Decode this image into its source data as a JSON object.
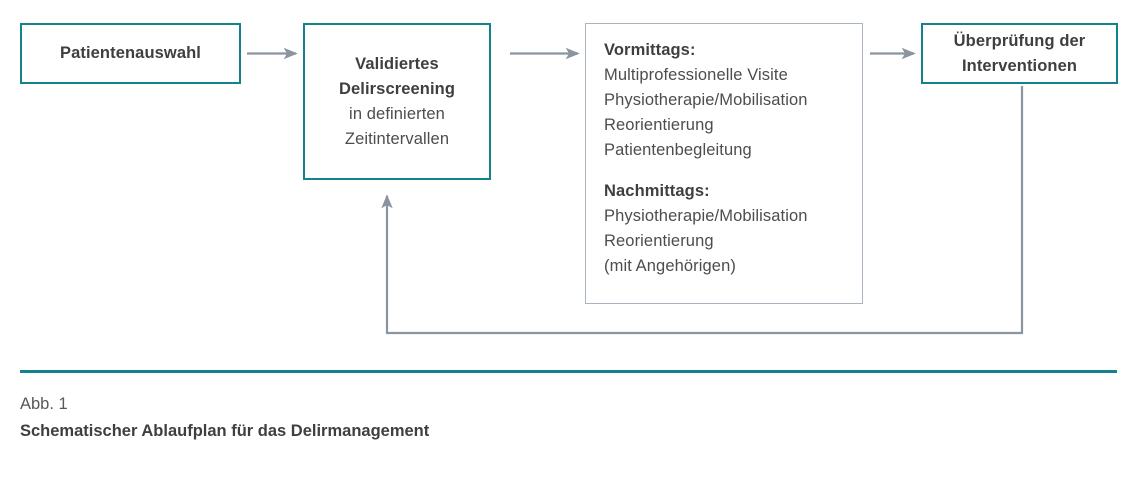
{
  "figure": {
    "number_label": "Abb. 1",
    "title": "Schematischer Ablaufplan für das Delirmanagement",
    "accent_color": "#14828a",
    "plain_border_color": "#aab4bf",
    "arrow_color": "#8a95a0",
    "text_color": "#4d4d4f"
  },
  "nodes": {
    "patientenauswahl": {
      "label": "Patientenauswahl"
    },
    "delirscreening": {
      "line1": "Validiertes",
      "line2": "Delirscreening",
      "line3": "in definierten",
      "line4": "Zeitintervallen"
    },
    "tagesablauf": {
      "vormittags_heading": "Vormittags:",
      "vormittags_items": [
        "Multiprofessionelle Visite",
        "Physiotherapie/Mobilisation",
        "Reorientierung",
        "Patientenbegleitung"
      ],
      "nachmittags_heading": "Nachmittags:",
      "nachmittags_items": [
        "Physiotherapie/Mobilisation",
        "Reorientierung",
        "(mit Angehörigen)"
      ]
    },
    "ueberpruefung": {
      "line1": "Überprüfung der",
      "line2": "Interventionen"
    }
  },
  "connectors": [
    {
      "name": "arrow-patientenauswahl-to-delirscreening",
      "type": "straight-arrow-right"
    },
    {
      "name": "arrow-delirscreening-to-tagesablauf",
      "type": "straight-arrow-right"
    },
    {
      "name": "arrow-tagesablauf-to-ueberpruefung",
      "type": "straight-arrow-right"
    },
    {
      "name": "feedback-loop-ueberpruefung-to-delirscreening",
      "type": "elbow-arrow-up"
    }
  ]
}
